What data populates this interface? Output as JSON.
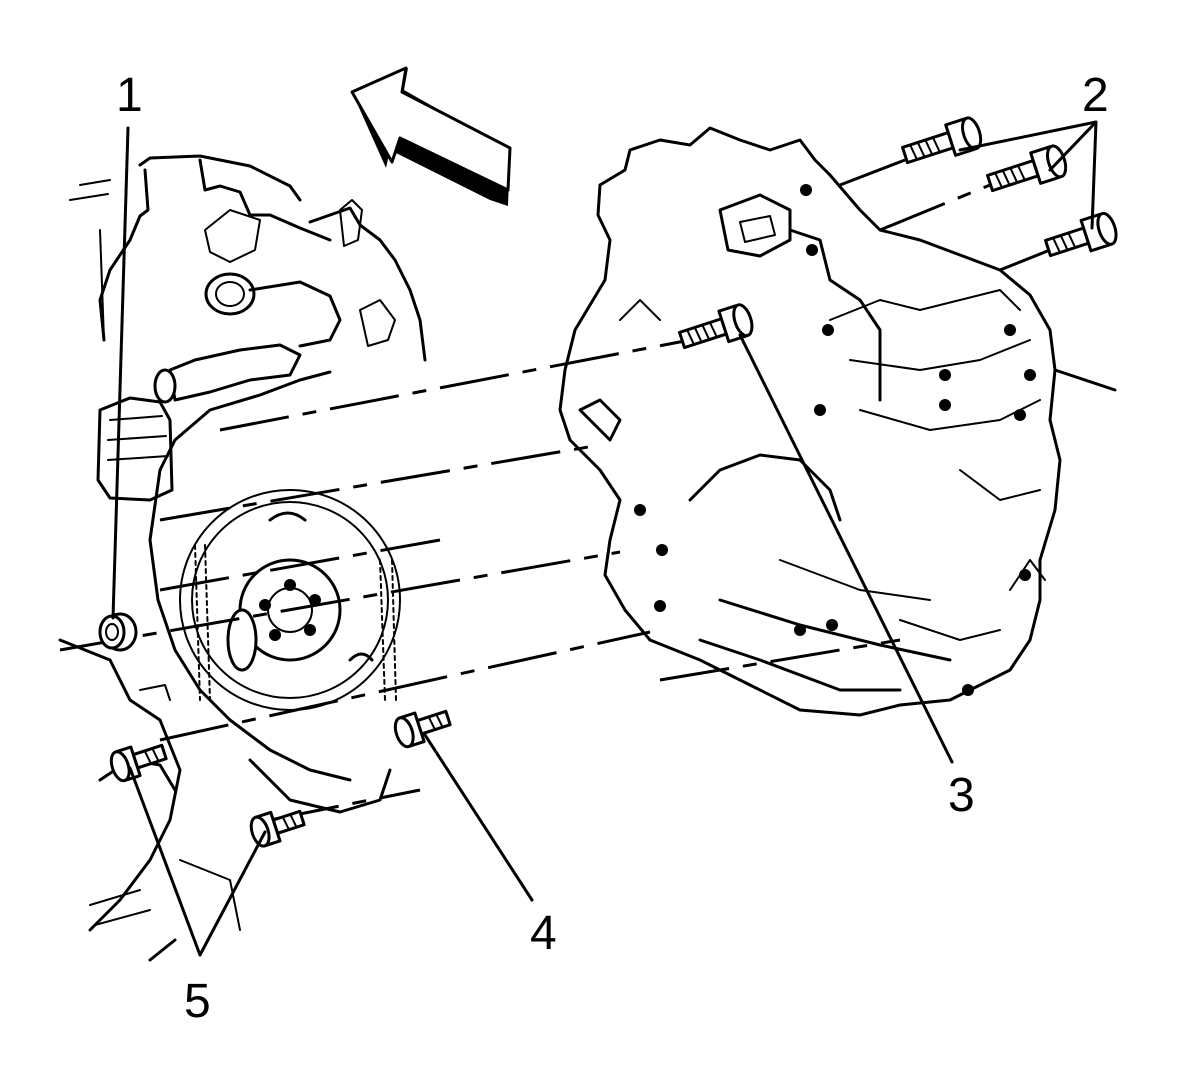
{
  "diagram": {
    "callouts": [
      {
        "id": "1",
        "label": "1"
      },
      {
        "id": "2",
        "label": "2"
      },
      {
        "id": "3",
        "label": "3"
      },
      {
        "id": "4",
        "label": "4"
      },
      {
        "id": "5",
        "label": "5"
      }
    ],
    "icons": [
      "direction-arrow-icon",
      "bolt-icon",
      "nut-icon"
    ],
    "colors": {
      "ink": "#000000",
      "paper": "#ffffff"
    }
  }
}
